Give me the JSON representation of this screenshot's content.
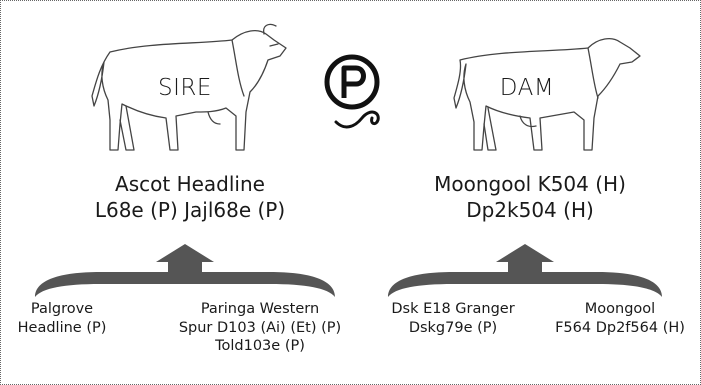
{
  "sire": {
    "label": "SIRE",
    "name_line1": "Ascot Headline",
    "name_line2": "L68e (P) Jajl68e (P)",
    "parents": [
      {
        "line1": "Palgrove",
        "line2": "Headline (P)",
        "line3": ""
      },
      {
        "line1": "Paringa Western",
        "line2": "Spur D103 (Ai) (Et) (P)",
        "line3": "Told103e (P)"
      }
    ]
  },
  "dam": {
    "label": "DAM",
    "name_line1": "Moongool K504 (H)",
    "name_line2": "Dp2k504 (H)",
    "parents": [
      {
        "line1": "Dsk E18 Granger",
        "line2": "Dskg79e (P)",
        "line3": ""
      },
      {
        "line1": "Moongool",
        "line2": "F564 Dp2f564 (H)",
        "line3": ""
      }
    ]
  },
  "polled_icon": {
    "letter": "P",
    "icon": "polled-p-icon"
  },
  "colors": {
    "text": "#1a1a1a",
    "arrow": "#555555",
    "border": "#666666"
  }
}
